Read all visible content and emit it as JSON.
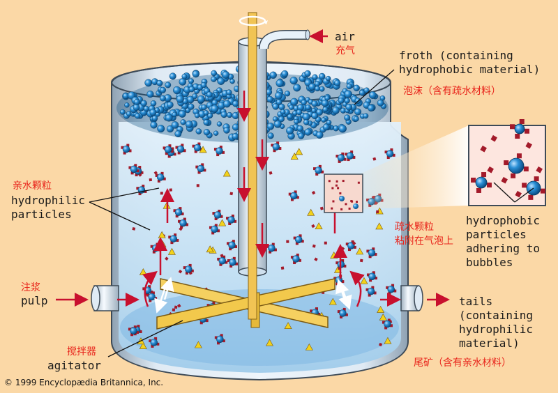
{
  "labels": {
    "air": "air",
    "air_cn": "充气",
    "froth": "froth (containing\nhydrophobic material)",
    "froth_cn": "泡沫（含有疏水材料）",
    "hydrophilic_cn": "亲水颗粒",
    "hydrophilic": "hydrophilic\nparticles",
    "hydrophobic_cn": "疏水颗粒\n粘附在气泡上",
    "hydrophobic": "hydrophobic\nparticles\nadhering to\nbubbles",
    "pulp_cn": "注浆",
    "pulp": "pulp",
    "tails": "tails\n(containing\nhydrophilic\nmaterial)",
    "tails_cn": "尾矿（含有亲水材料）",
    "agitator_cn": "搅拌器",
    "agitator": "agitator",
    "copyright": "© 1999 Encyclopædia Britannica, Inc."
  },
  "colors": {
    "background": "#fbd8a6",
    "liquid": "#cfe6f5",
    "bubble": "#1a74b6",
    "arrow": "#c8102e",
    "particle_yellow": "#f2d21b",
    "particle_red": "#a31a2a",
    "paddle": "#f5d060",
    "cn_text": "#e8241b"
  }
}
